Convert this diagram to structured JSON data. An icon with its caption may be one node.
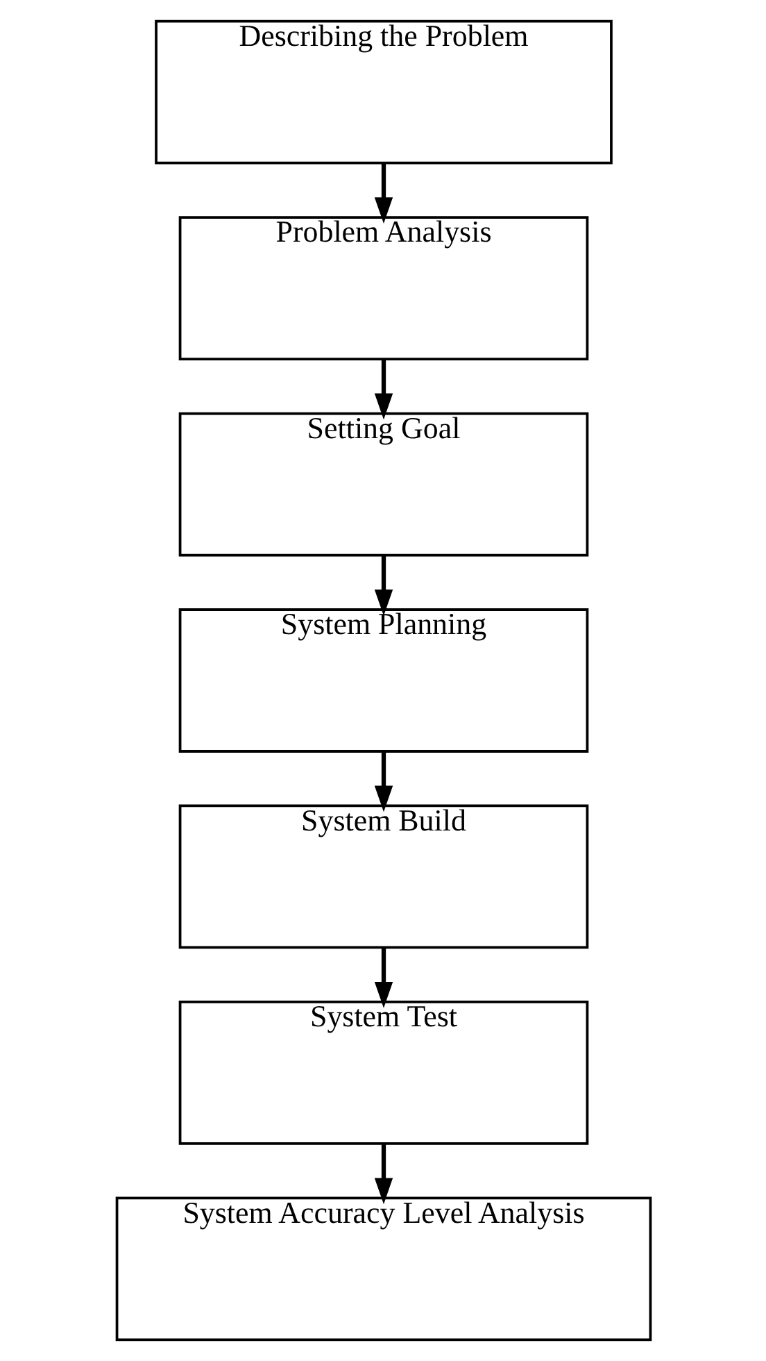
{
  "diagram": {
    "nodes": [
      {
        "text": [
          "Describing the Problem"
        ]
      },
      {
        "text": [
          "Problem Analysis"
        ]
      },
      {
        "text": [
          "Setting Goal"
        ]
      },
      {
        "text": [
          "System Planning"
        ]
      },
      {
        "text": [
          "System Build"
        ]
      },
      {
        "text": [
          "System Test"
        ]
      },
      {
        "text": [
          "System Accuracy Level Analysis"
        ]
      }
    ],
    "edges": [
      {
        "from": 0,
        "to": 1,
        "arrow": "to"
      },
      {
        "from": 1,
        "to": 2,
        "arrow": "to"
      },
      {
        "from": 2,
        "to": 3,
        "arrow": "to"
      },
      {
        "from": 3,
        "to": 4,
        "arrow": "to"
      },
      {
        "from": 4,
        "to": 5,
        "arrow": "to"
      },
      {
        "from": 5,
        "to": 6,
        "arrow": "to"
      }
    ]
  }
}
